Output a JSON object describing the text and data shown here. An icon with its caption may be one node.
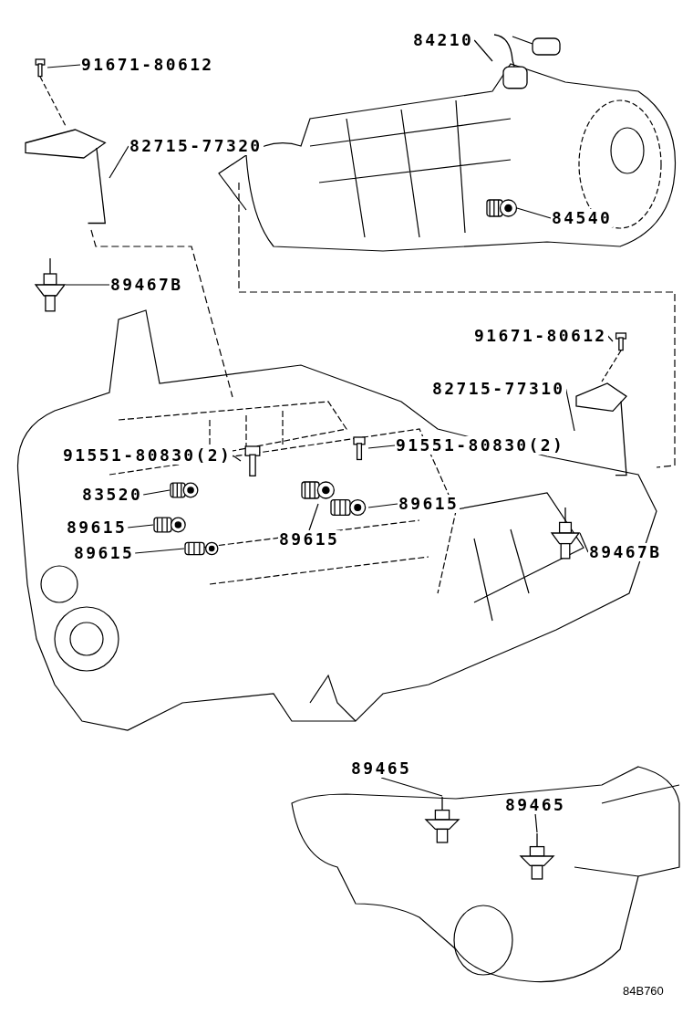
{
  "diagram": {
    "nodes": [
      {
        "text": [
          "91671-80612"
        ]
      },
      {
        "text": [],
        "shape": "picture"
      },
      {
        "text": [
          "82715-77320"
        ]
      },
      {
        "text": [],
        "shape": "picture"
      },
      {
        "text": [
          "89467B"
        ]
      },
      {
        "text": [],
        "shape": "picture"
      },
      {
        "text": [
          "84210"
        ]
      },
      {
        "text": [],
        "shape": "picture"
      },
      {
        "text": [
          "84540"
        ]
      },
      {
        "text": [],
        "shape": "picture"
      },
      {
        "text": [
          "91671-80612"
        ]
      },
      {
        "text": [],
        "shape": "picture"
      },
      {
        "text": [
          "82715-77310"
        ]
      },
      {
        "text": [],
        "shape": "picture"
      },
      {
        "text": [
          "91551-80830(2)"
        ]
      },
      {
        "text": [],
        "shape": "picture"
      },
      {
        "text": [
          "91551-80830(2)"
        ]
      },
      {
        "text": [],
        "shape": "picture"
      },
      {
        "text": [
          "83520"
        ]
      },
      {
        "text": [],
        "shape": "picture"
      },
      {
        "text": [
          "89615"
        ]
      },
      {
        "text": [],
        "shape": "picture"
      },
      {
        "text": [
          "89615"
        ]
      },
      {
        "text": [],
        "shape": "picture"
      },
      {
        "text": [
          "89615"
        ]
      },
      {
        "text": [],
        "shape": "picture"
      },
      {
        "text": [
          "89615"
        ]
      },
      {
        "text": [],
        "shape": "picture"
      },
      {
        "text": [
          "89467B"
        ]
      },
      {
        "text": [],
        "shape": "picture"
      },
      {
        "text": [
          "89465"
        ]
      },
      {
        "text": [],
        "shape": "picture"
      },
      {
        "text": [
          "89465"
        ]
      },
      {
        "text": [],
        "shape": "picture"
      }
    ],
    "edges": [
      {
        "from": 0,
        "to": 1,
        "arrow": "none"
      },
      {
        "from": 2,
        "to": 3,
        "arrow": "none"
      },
      {
        "from": 4,
        "to": 5,
        "arrow": "none"
      },
      {
        "from": 6,
        "to": 7,
        "arrow": "none"
      },
      {
        "from": 8,
        "to": 9,
        "arrow": "none"
      },
      {
        "from": 10,
        "to": 11,
        "arrow": "none"
      },
      {
        "from": 12,
        "to": 13,
        "arrow": "none"
      },
      {
        "from": 14,
        "to": 15,
        "arrow": "none"
      },
      {
        "from": 16,
        "to": 17,
        "arrow": "none"
      },
      {
        "from": 18,
        "to": 19,
        "arrow": "none"
      },
      {
        "from": 20,
        "to": 21,
        "arrow": "none"
      },
      {
        "from": 22,
        "to": 23,
        "arrow": "none"
      },
      {
        "from": 24,
        "to": 25,
        "arrow": "none"
      },
      {
        "from": 26,
        "to": 27,
        "arrow": "none"
      },
      {
        "from": 28,
        "to": 29,
        "arrow": "none"
      },
      {
        "from": 30,
        "to": 31,
        "arrow": "none"
      },
      {
        "from": 32,
        "to": 33,
        "arrow": "none"
      },
      {
        "from": 1,
        "to": 3,
        "arrow": "none",
        "style": "dashed"
      },
      {
        "from": 11,
        "to": 13,
        "arrow": "none",
        "style": "dashed"
      }
    ],
    "labels": [
      "84B760"
    ]
  }
}
